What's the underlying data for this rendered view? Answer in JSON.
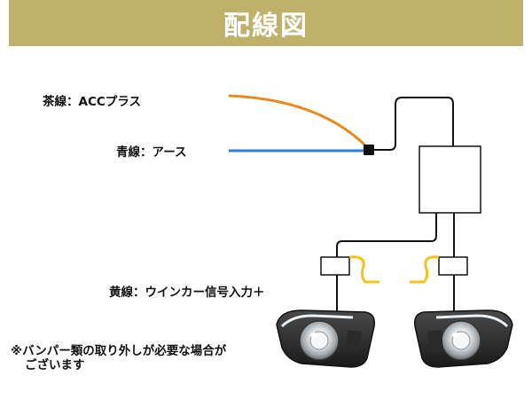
{
  "header": {
    "title": "配線図"
  },
  "wires": {
    "acc": "茶線：ACCプラス",
    "ground": "青線：アース",
    "turn_signal": "黄線：ウインカー信号入力＋"
  },
  "note": {
    "line1": "※バンパー類の取り外しが必要な場合が",
    "line2": "ございます"
  },
  "colors": {
    "header_bg": "#bfb06a",
    "acc_wire": "#e8891f",
    "ground_wire": "#2f7fd6",
    "signal_wire": "#f3c21b",
    "black_wire": "#111111"
  }
}
